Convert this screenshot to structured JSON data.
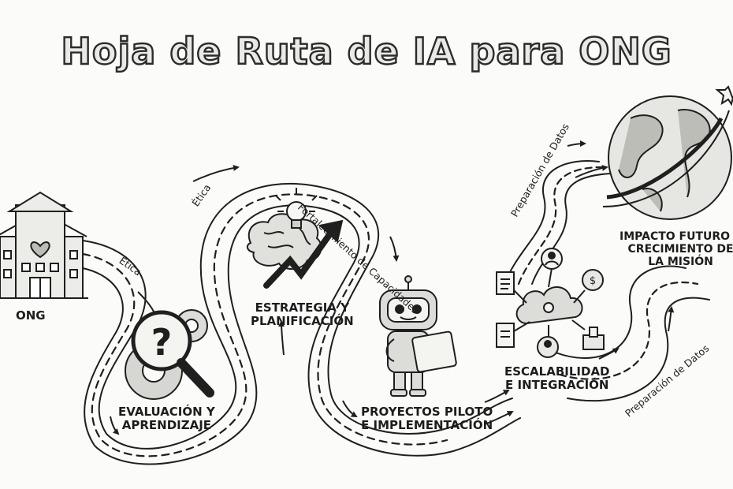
{
  "title": "Hoja de Ruta de IA para ONG",
  "stages": {
    "ong": "ONG",
    "evaluacion": [
      "EVALUACIÓN Y",
      "APRENDIZAJE"
    ],
    "estrategia": [
      "ESTRATEGIA Y",
      "PLANIFICACIÓN"
    ],
    "pilotos": [
      "PROYECTOS PILOTO",
      "E IMPLEMENTACIÓN"
    ],
    "escalabilidad": [
      "ESCALABILIDAD",
      "E INTEGRACIÓN"
    ],
    "impacto": [
      "IMPACTO FUTURO Y",
      "CRECIMIENTO DE",
      "LA MISIÓN"
    ]
  },
  "path_labels": {
    "etica_1": "Ética",
    "etica_2": "Ética",
    "fortalecimiento": "Fortalecimiento de Capacidades",
    "preparacion_1": "Preparación de Datos",
    "preparacion_2": "Preparación de Datos"
  },
  "colors": {
    "ink": "#1f1f1f",
    "paper": "#fbfbf9",
    "fill": "#e4e4e0"
  }
}
